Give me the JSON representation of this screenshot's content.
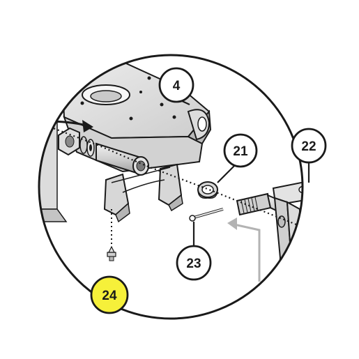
{
  "callouts": [
    {
      "id": "part-4",
      "label": "4",
      "highlight": false
    },
    {
      "id": "part-21",
      "label": "21",
      "highlight": false
    },
    {
      "id": "part-22",
      "label": "22",
      "highlight": false
    },
    {
      "id": "part-23",
      "label": "23",
      "highlight": false
    },
    {
      "id": "part-24",
      "label": "24",
      "highlight": true
    }
  ],
  "colors": {
    "highlight_fill": "#f6f03a",
    "callout_fill": "#ffffff",
    "outline": "#1a1a1a",
    "metal_light": "#e6e6e6",
    "metal_mid": "#c8c8c8",
    "metal_dark": "#9a9a9a",
    "pointer_arrow": "#b3b3b3"
  }
}
